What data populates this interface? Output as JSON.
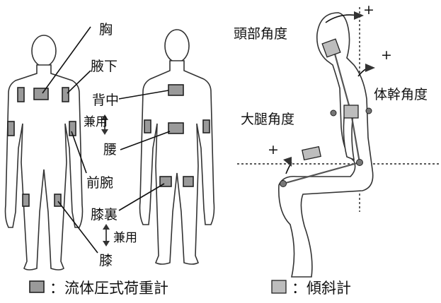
{
  "labels": {
    "chest": "胸",
    "axilla": "腋下",
    "back_middle": "背中",
    "dual_use_upper": "兼用",
    "waist": "腰",
    "forearm": "前腕",
    "knee_back": "膝裏",
    "dual_use_lower": "兼用",
    "knee": "膝",
    "head_angle": "頭部角度",
    "trunk_angle": "体幹角度",
    "thigh_angle": "大腿角度",
    "plus_head": "+",
    "plus_trunk": "+",
    "plus_thigh": "+"
  },
  "legend": {
    "pressure_sensor": "：流体圧式荷重計",
    "inclinometer": "：傾斜計"
  },
  "colors": {
    "sensor_fill": "#9a9a9a",
    "outline": "#333333"
  }
}
